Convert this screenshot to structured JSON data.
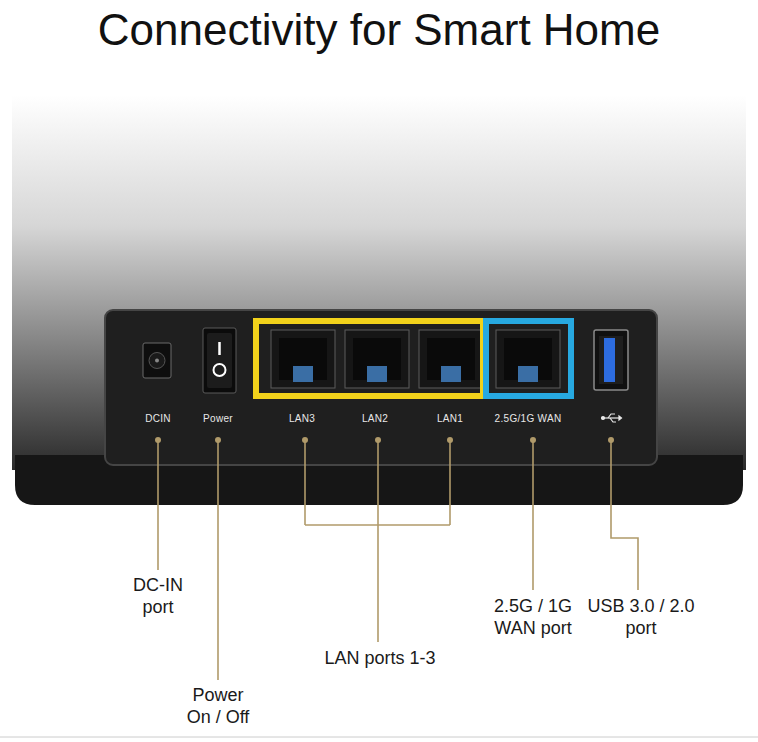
{
  "diagram": {
    "title": "Connectivity for Smart Home",
    "labels": [
      "DCIN",
      "Power",
      "LAN3",
      "LAN2",
      "LAN1",
      "2.5G/1G WAN",
      "DC-IN port",
      "Power On / Off",
      "LAN ports 1-3",
      "2.5G / 1G WAN port",
      "USB 3.0 / 2.0 port"
    ]
  }
}
